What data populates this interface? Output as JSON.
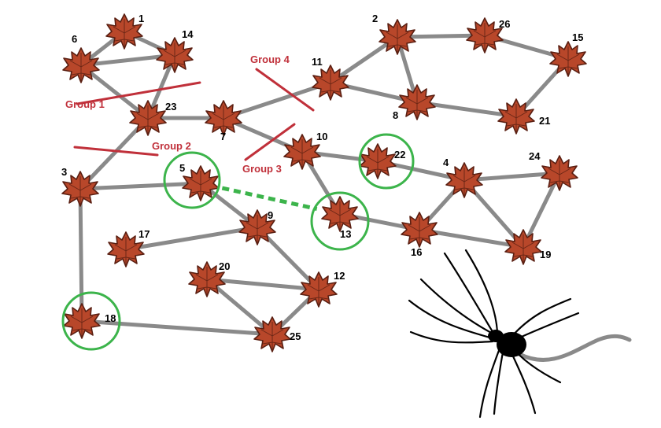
{
  "colors": {
    "edge": "#8a8a8a",
    "leaf_fill": "#b8472a",
    "leaf_dark": "#5a1f12",
    "highlight": "#3cb44b",
    "cut": "#c0303a",
    "spider": "#000000",
    "thread": "#8a8a8a"
  },
  "nodes": [
    {
      "id": "1",
      "label": "1"
    },
    {
      "id": "2",
      "label": "2"
    },
    {
      "id": "3",
      "label": "3"
    },
    {
      "id": "4",
      "label": "4"
    },
    {
      "id": "5",
      "label": "5"
    },
    {
      "id": "6",
      "label": "6"
    },
    {
      "id": "7",
      "label": "7"
    },
    {
      "id": "8",
      "label": "8"
    },
    {
      "id": "9",
      "label": "9"
    },
    {
      "id": "10",
      "label": "10"
    },
    {
      "id": "11",
      "label": "11"
    },
    {
      "id": "12",
      "label": "12"
    },
    {
      "id": "13",
      "label": "13"
    },
    {
      "id": "14",
      "label": "14"
    },
    {
      "id": "15",
      "label": "15"
    },
    {
      "id": "16",
      "label": "16"
    },
    {
      "id": "17",
      "label": "17"
    },
    {
      "id": "18",
      "label": "18"
    },
    {
      "id": "19",
      "label": "19"
    },
    {
      "id": "20",
      "label": "20"
    },
    {
      "id": "21",
      "label": "21"
    },
    {
      "id": "22",
      "label": "22"
    },
    {
      "id": "23",
      "label": "23"
    },
    {
      "id": "24",
      "label": "24"
    },
    {
      "id": "25",
      "label": "25"
    },
    {
      "id": "26",
      "label": "26"
    }
  ],
  "edges": [
    [
      "1",
      "6"
    ],
    [
      "1",
      "14"
    ],
    [
      "6",
      "14"
    ],
    [
      "6",
      "23"
    ],
    [
      "14",
      "23"
    ],
    [
      "23",
      "7"
    ],
    [
      "23",
      "3"
    ],
    [
      "3",
      "5"
    ],
    [
      "3",
      "18"
    ],
    [
      "18",
      "25"
    ],
    [
      "5",
      "9"
    ],
    [
      "9",
      "17"
    ],
    [
      "9",
      "12"
    ],
    [
      "20",
      "12"
    ],
    [
      "20",
      "25"
    ],
    [
      "12",
      "25"
    ],
    [
      "7",
      "11"
    ],
    [
      "7",
      "10"
    ],
    [
      "11",
      "2"
    ],
    [
      "11",
      "8"
    ],
    [
      "2",
      "26"
    ],
    [
      "2",
      "8"
    ],
    [
      "26",
      "15"
    ],
    [
      "15",
      "21"
    ],
    [
      "8",
      "21"
    ],
    [
      "10",
      "22"
    ],
    [
      "10",
      "13"
    ],
    [
      "22",
      "4"
    ],
    [
      "4",
      "24"
    ],
    [
      "4",
      "16"
    ],
    [
      "4",
      "19"
    ],
    [
      "24",
      "19"
    ],
    [
      "13",
      "16"
    ],
    [
      "16",
      "19"
    ]
  ],
  "highlighted_edge": [
    "5",
    "13"
  ],
  "highlighted_nodes": [
    "5",
    "22",
    "13",
    "18"
  ],
  "groups": [
    {
      "id": "group-1",
      "label": "Group 1"
    },
    {
      "id": "group-2",
      "label": "Group 2"
    },
    {
      "id": "group-3",
      "label": "Group 3"
    },
    {
      "id": "group-4",
      "label": "Group 4"
    }
  ],
  "spider_icon": "spider-icon",
  "leaf_icon": "maple-leaf-icon"
}
